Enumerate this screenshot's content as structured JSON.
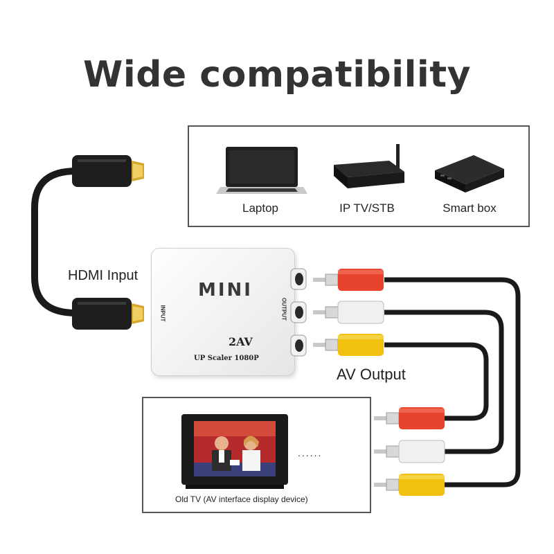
{
  "title": "Wide compatibility",
  "devices": [
    {
      "label": "Laptop",
      "icon": "laptop-icon"
    },
    {
      "label": "IP TV/STB",
      "icon": "set-top-box-icon"
    },
    {
      "label": "Smart box",
      "icon": "smart-box-icon"
    }
  ],
  "converter": {
    "logo": "MINI",
    "model": "2AV",
    "subtitle": "UP Scaler 1080P",
    "input_port": "INPUT",
    "output_port": "OUTPUT"
  },
  "labels": {
    "hdmi_input": "HDMI Input",
    "av_output": "AV Output",
    "tv_caption": "Old TV (AV interface display device)",
    "ellipsis": "......"
  },
  "colors": {
    "red_plug": "#e8432c",
    "white_plug": "#f0f0f0",
    "yellow_plug": "#f2c10f",
    "cable": "#1a1a1a"
  }
}
